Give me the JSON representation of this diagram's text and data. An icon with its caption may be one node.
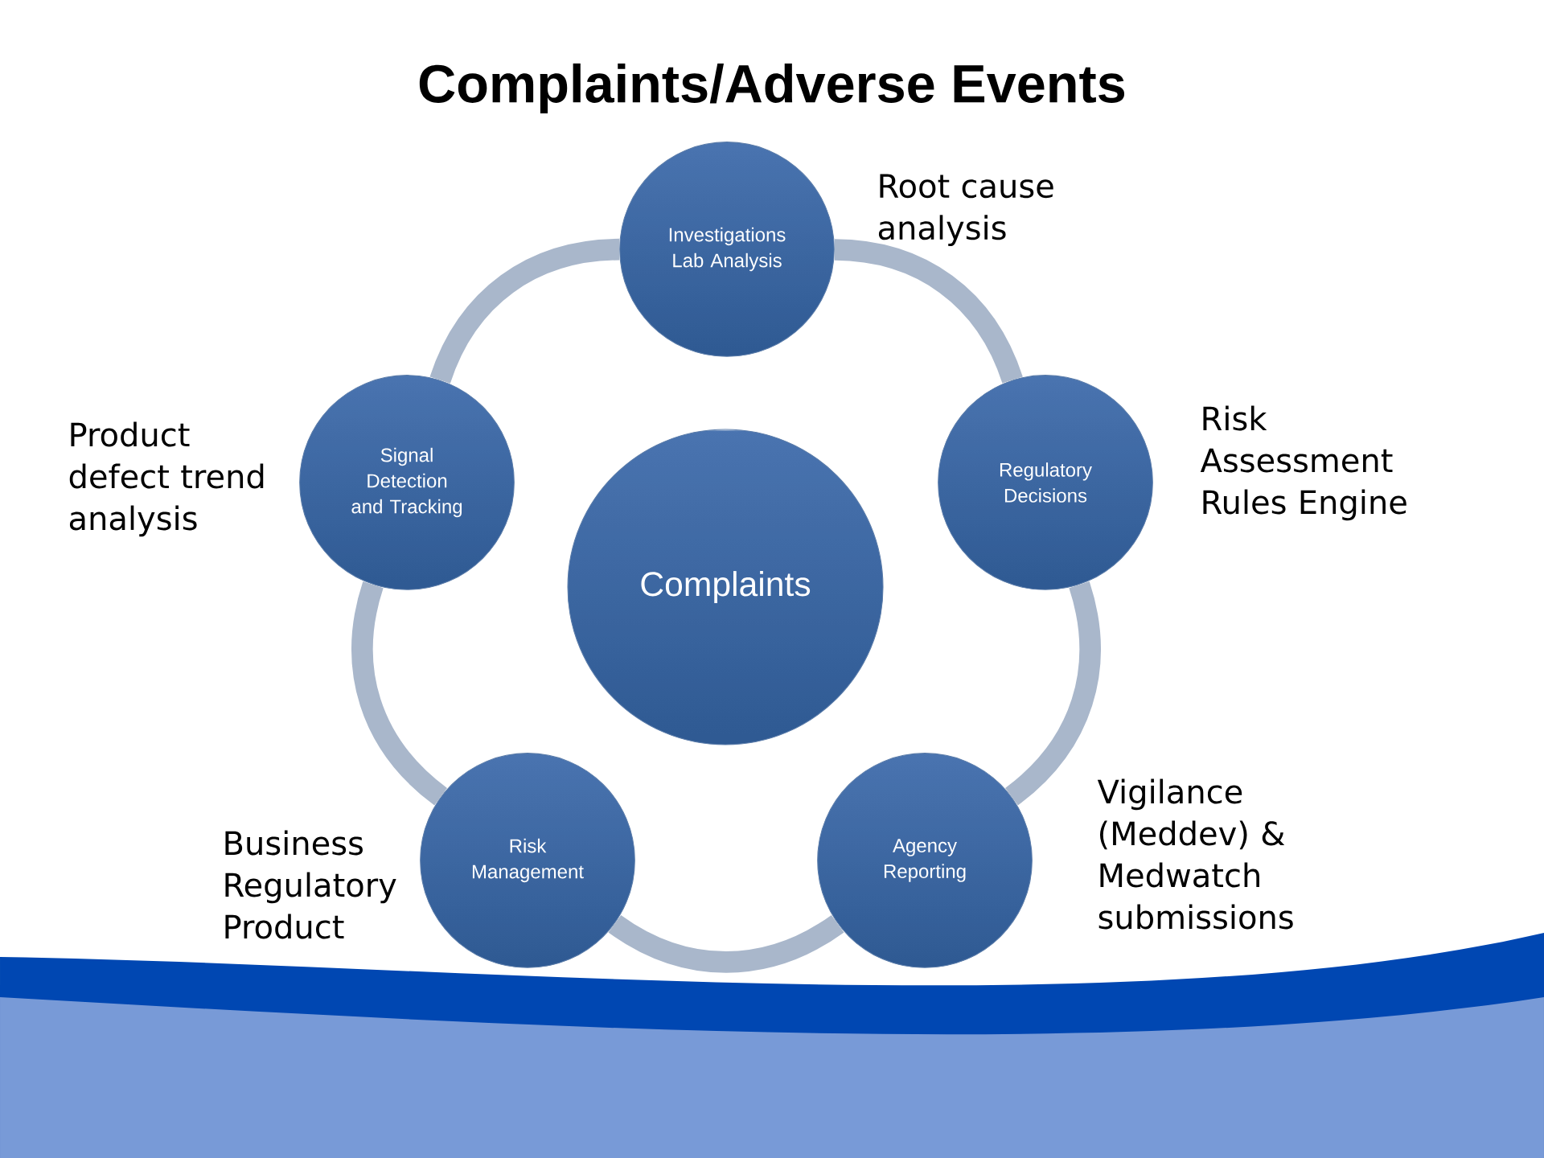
{
  "diagram": {
    "title": "Complaints/Adverse Events",
    "nodes": [
      {
        "text": [
          "Investigations Lab Analysis"
        ],
        "beside": [
          "Root cause analysis"
        ]
      },
      {
        "text": [
          "Signal Detection and Tracking"
        ],
        "beside": [
          "Product defect trend analysis"
        ]
      },
      {
        "text": [
          "Regulatory Decisions"
        ],
        "beside": [
          "Risk Assessment Rules Engine"
        ]
      },
      {
        "text": [
          "Complaints"
        ]
      },
      {
        "text": [
          "Risk Management"
        ],
        "beside": [
          "Business Regulatory Product"
        ]
      },
      {
        "text": [
          "Agency Reporting"
        ],
        "beside": [
          "Vigilance (Meddev) & Medwatch submissions"
        ]
      }
    ],
    "edges": [
      {
        "from": 0,
        "to": 2,
        "arrow": "none"
      },
      {
        "from": 2,
        "to": 5,
        "arrow": "none"
      },
      {
        "from": 5,
        "to": 4,
        "arrow": "none"
      },
      {
        "from": 4,
        "to": 1,
        "arrow": "none"
      },
      {
        "from": 1,
        "to": 0,
        "arrow": "none"
      }
    ]
  }
}
